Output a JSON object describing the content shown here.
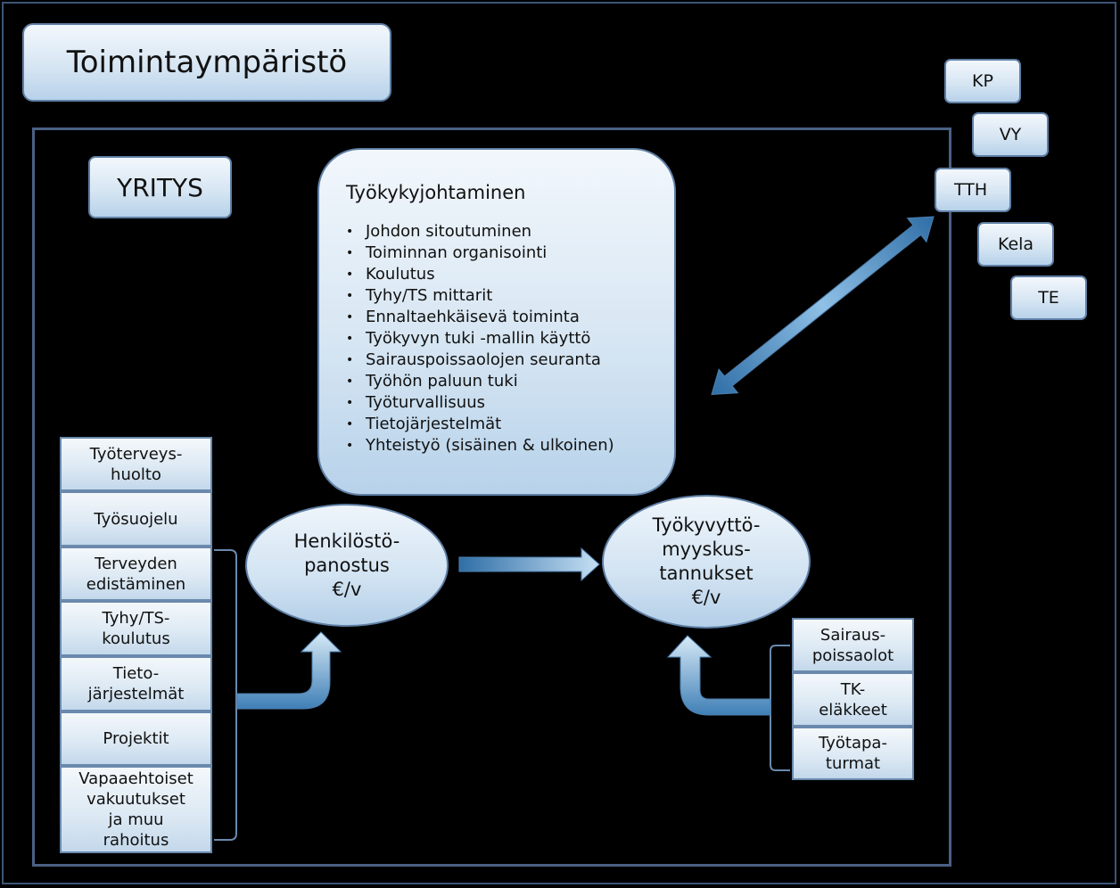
{
  "title": "Toimintaympäristö",
  "company": "YRITYS",
  "external_parties": [
    "KP",
    "VY",
    "TTH",
    "Kela",
    "TE"
  ],
  "management": {
    "title": "Työkykyjohtaminen",
    "items": [
      "Johdon sitoutuminen",
      "Toiminnan organisointi",
      "Koulutus",
      "Tyhy/TS mittarit",
      "Ennaltaehkäisevä toiminta",
      "Työkyvyn tuki -mallin käyttö",
      "Sairauspoissaolojen seuranta",
      "Työhön paluun tuki",
      "Työturvallisuus",
      "Tietojärjestelmät",
      "Yhteistyö (sisäinen & ulkoinen)"
    ]
  },
  "investment": {
    "lines": [
      "Henkilöstö-",
      "panostus",
      "€/v"
    ]
  },
  "costs": {
    "lines": [
      "Työkyvyttö-",
      "myyskus-",
      "tannukset",
      "€/v"
    ]
  },
  "investment_items": [
    "Työterveys-\nhuolto",
    "Työsuojelu",
    "Terveyden\nedistäminen",
    "Tyhy/TS-\nkoulutus",
    "Tieto-\njärjestelmät",
    "Projektit",
    "Vapaaehtoiset\nvakuutukset\nja muu\nrahoitus"
  ],
  "cost_items": [
    "Sairaus-\npoissaolot",
    "TK-\neläkkeet",
    "Työtapa-\nturmat"
  ],
  "colors": {
    "background": "#000000",
    "frame": "#4a6184",
    "arrow": "#5b94c4"
  }
}
